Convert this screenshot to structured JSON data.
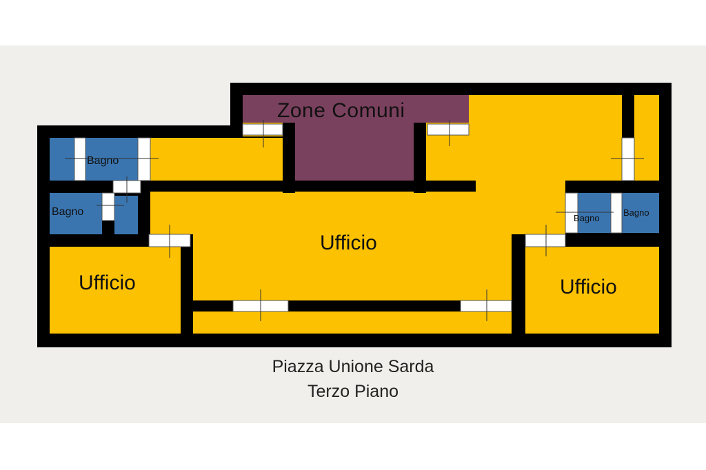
{
  "colors": {
    "page_background": "#ffffff",
    "plan_background": "#f0efeb",
    "wall": "#000000",
    "office": "#fcc100",
    "bathroom": "#3a75b0",
    "common_area": "#7a415e",
    "door": "#ffffff"
  },
  "rooms": {
    "zone_comuni": "Zone Comuni",
    "ufficio_center": "Ufficio",
    "ufficio_left": "Ufficio",
    "ufficio_right": "Ufficio",
    "bagno_top_left": "Bagno",
    "bagno_left": "Bagno",
    "bagno_right_1": "Bagno",
    "bagno_right_2": "Bagno"
  },
  "caption": {
    "line1": "Piazza Unione Sarda",
    "line2": "Terzo Piano"
  }
}
